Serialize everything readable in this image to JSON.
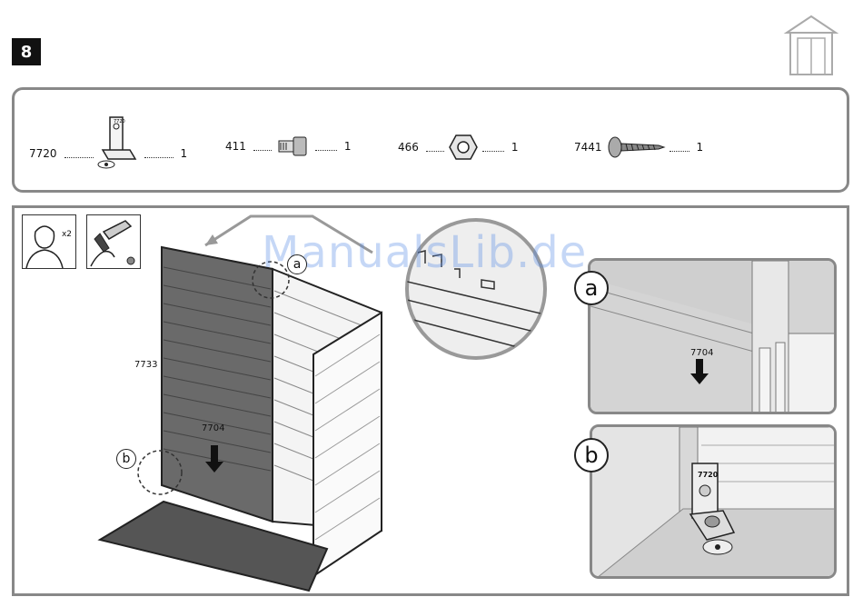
{
  "step": {
    "number": "8"
  },
  "parts": [
    {
      "code": "7720",
      "qty": "1",
      "icon": "bracket-icon"
    },
    {
      "code": "411",
      "qty": "1",
      "icon": "square-nut-icon"
    },
    {
      "code": "466",
      "qty": "1",
      "icon": "hex-nut-icon"
    },
    {
      "code": "7441",
      "qty": "1",
      "icon": "screw-icon"
    }
  ],
  "tools": {
    "persons_label": "x2",
    "icons": [
      "two-person-icon",
      "drill-icon"
    ]
  },
  "main": {
    "panel_label_left": "7733",
    "panel_label_center": "7704",
    "callout_a": "a",
    "callout_b": "b",
    "zoom_labels": [
      "7704"
    ]
  },
  "detail_a": {
    "letter": "a",
    "part_label": "7704"
  },
  "detail_b": {
    "letter": "b",
    "part_label": "7720"
  },
  "watermark": "ManualsLib.de"
}
